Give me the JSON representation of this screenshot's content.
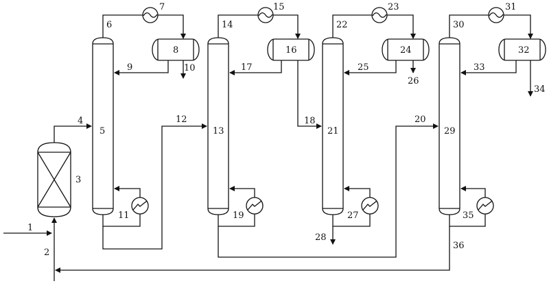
{
  "diagram": {
    "labels": {
      "n1": "1",
      "n2": "2",
      "n3": "3",
      "n4": "4",
      "n5": "5",
      "n6": "6",
      "n7": "7",
      "n8": "8",
      "n9": "9",
      "n10": "10",
      "n11": "11",
      "n12": "12",
      "n13": "13",
      "n14": "14",
      "n15": "15",
      "n16": "16",
      "n17": "17",
      "n18": "18",
      "n19": "19",
      "n20": "20",
      "n21": "21",
      "n22": "22",
      "n23": "23",
      "n24": "24",
      "n25": "25",
      "n26": "26",
      "n27": "27",
      "n28": "28",
      "n29": "29",
      "n30": "30",
      "n31": "31",
      "n32": "32",
      "n33": "33",
      "n34": "34",
      "n35": "35",
      "n36": "36"
    },
    "colors": {
      "line": "#111111",
      "background": "#ffffff"
    }
  }
}
